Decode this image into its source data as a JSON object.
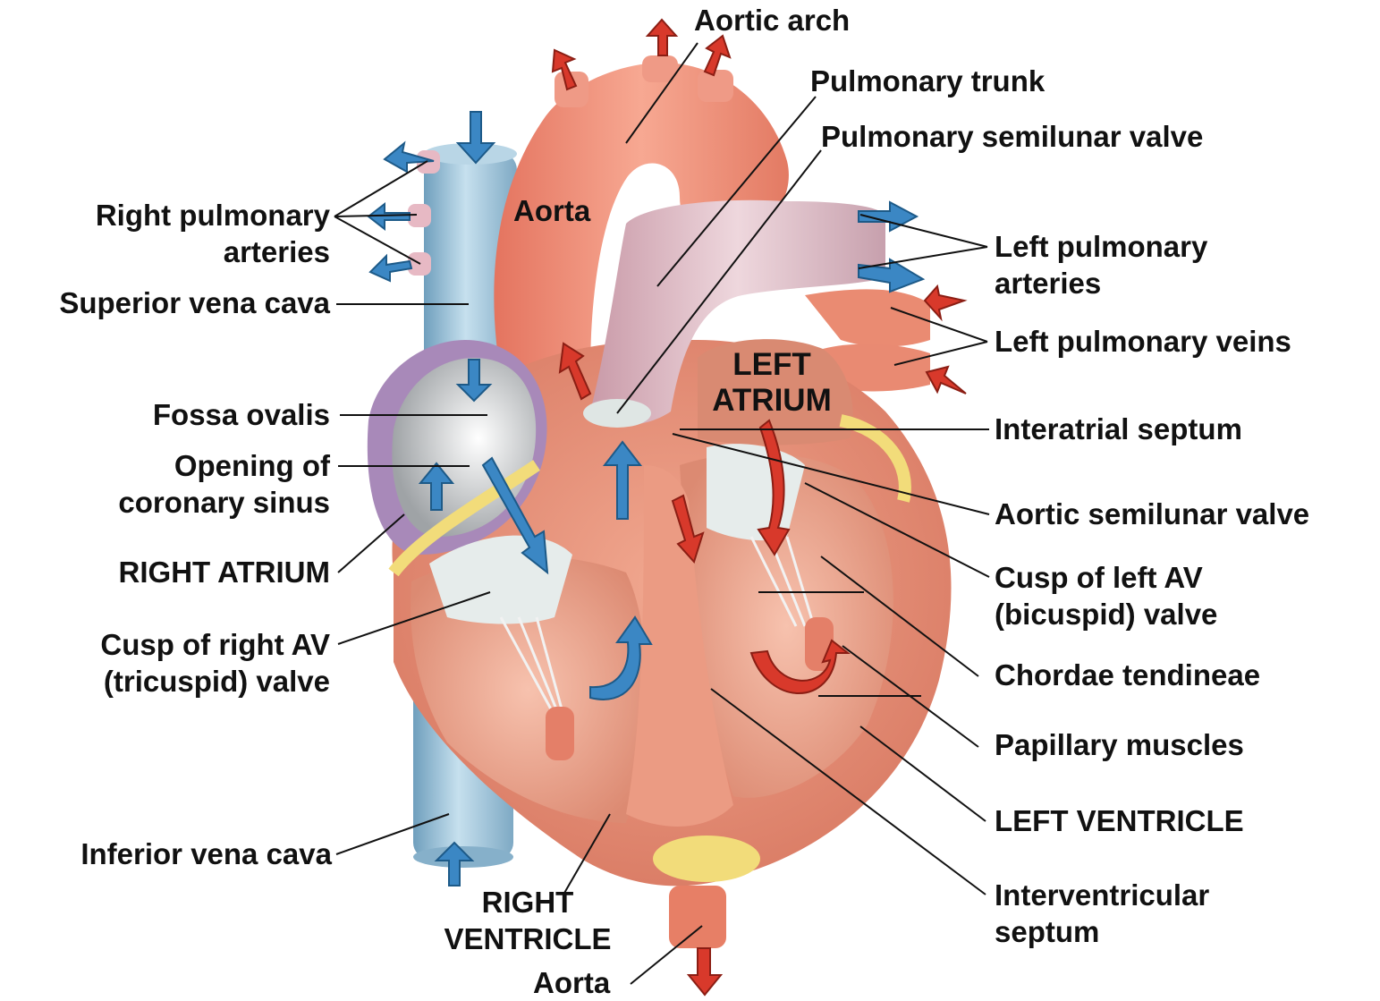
{
  "labels": {
    "aortic_arch": "Aortic arch",
    "pulmonary_trunk": "Pulmonary trunk",
    "pulmonary_semilunar_valve": "Pulmonary semilunar valve",
    "right_pulmonary_arteries": "Right pulmonary\narteries",
    "superior_vena_cava": "Superior vena cava",
    "aorta_upper": "Aorta",
    "left_pulmonary_arteries": "Left pulmonary\narteries",
    "left_pulmonary_veins": "Left pulmonary veins",
    "left_atrium": "LEFT\nATRIUM",
    "fossa_ovalis": "Fossa ovalis",
    "interatrial_septum": "Interatrial septum",
    "opening_of_coronary_sinus": "Opening of\ncoronary sinus",
    "aortic_semilunar_valve": "Aortic semilunar valve",
    "right_atrium": "RIGHT ATRIUM",
    "cusp_of_left_av": "Cusp of left AV\n(bicuspid) valve",
    "cusp_of_right_av": "Cusp of right AV\n(tricuspid) valve",
    "chordae_tendineae": "Chordae tendineae",
    "papillary_muscles": "Papillary muscles",
    "left_ventricle": "LEFT VENTRICLE",
    "inferior_vena_cava": "Inferior vena cava",
    "interventricular_septum": "Interventricular\nseptum",
    "right_ventricle": "RIGHT\nVENTRICLE",
    "aorta_lower": "Aorta"
  },
  "colors": {
    "oxygenated": "#d8392b",
    "deoxygenated": "#3b87c4",
    "heart_muscle": "#e8917a",
    "aorta": "#f0947f",
    "pulmonary_trunk": "#d9b7c0",
    "vena_cava": "#9dc3d9",
    "fat": "#f2dc7a",
    "valve": "#e6eceb",
    "leader_line": "#111111"
  }
}
